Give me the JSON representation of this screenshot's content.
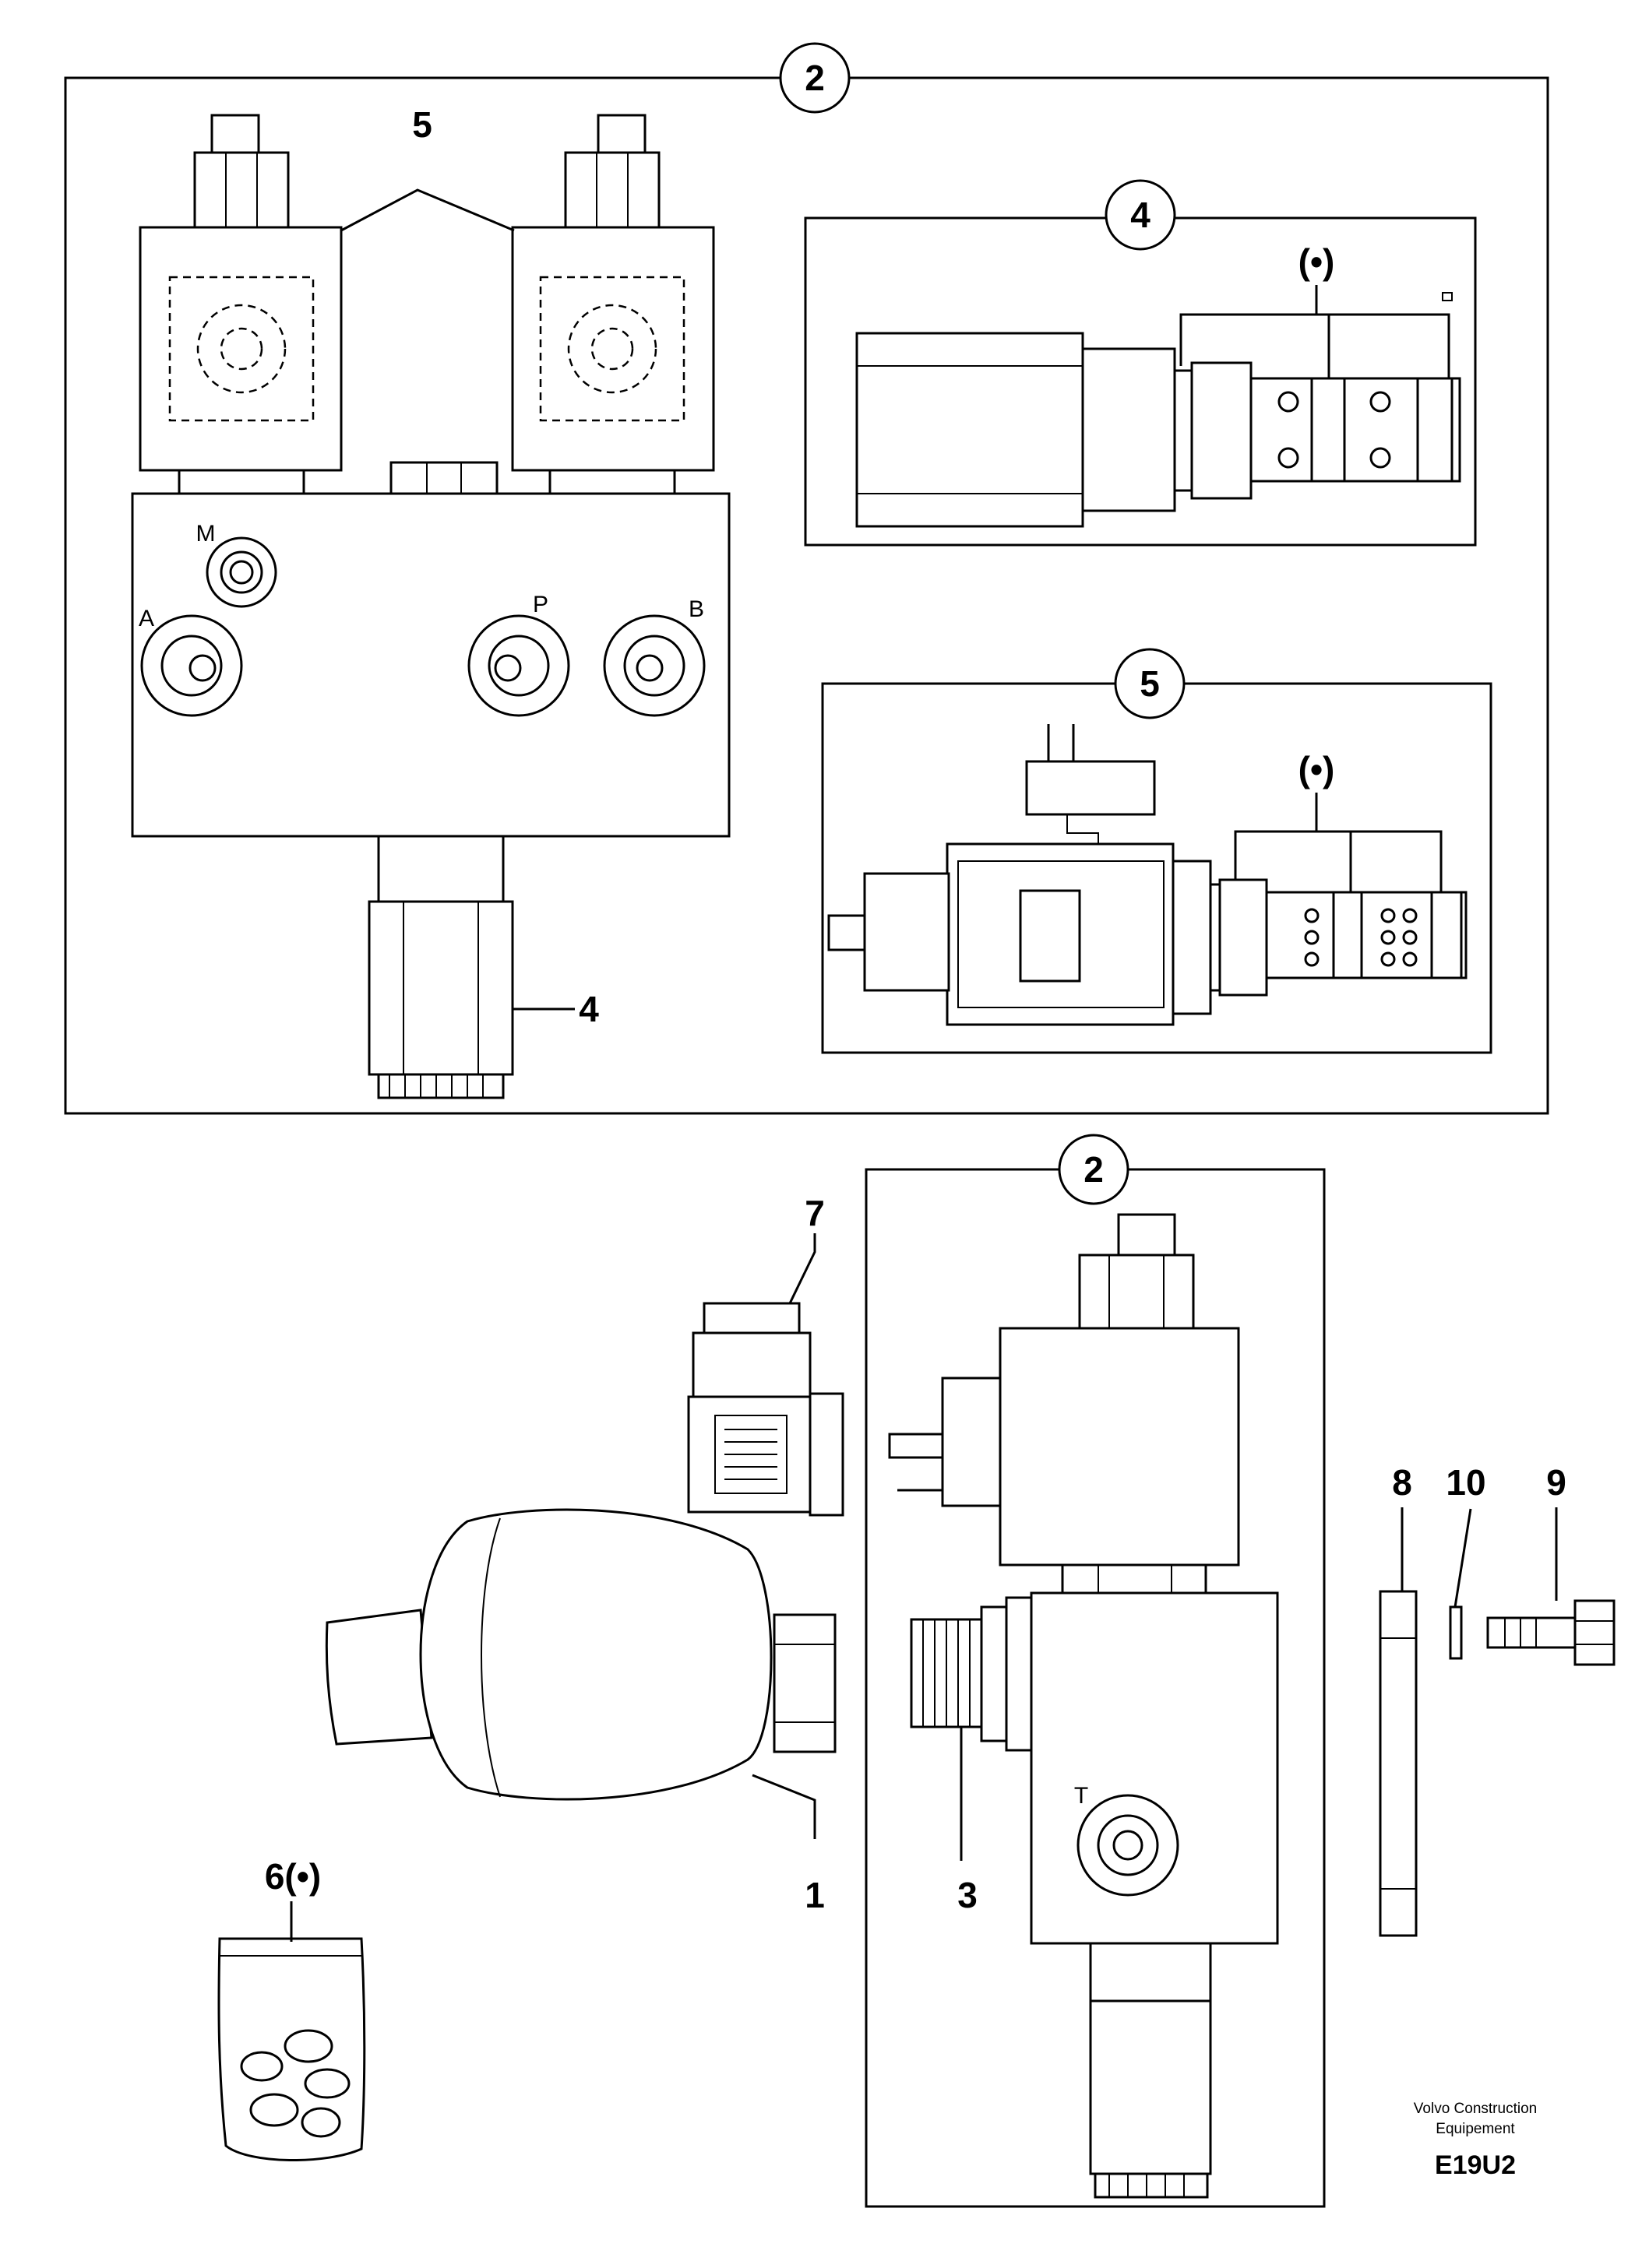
{
  "callouts": {
    "panel_main": "2",
    "panel_valve_4": "4",
    "panel_valve_5": "5",
    "panel_lower": "2",
    "item_1": "1",
    "item_3": "3",
    "item_4": "4",
    "item_5": "5",
    "item_6": "6(•)",
    "item_7": "7",
    "item_8": "8",
    "item_9": "9",
    "item_10": "10",
    "item_4_note": "(•)",
    "item_5_note": "(•)"
  },
  "ports": {
    "M": "M",
    "A": "A",
    "P": "P",
    "B": "B",
    "T": "T"
  },
  "footer": {
    "brand_line1": "Volvo Construction",
    "brand_line2": "Equipement",
    "drawing_code": "E19U2"
  }
}
